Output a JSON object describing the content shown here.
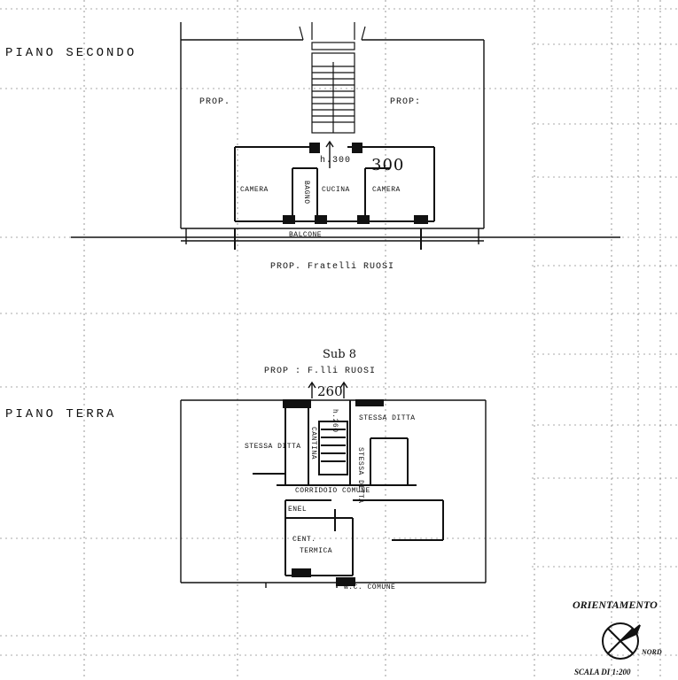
{
  "upper_floor": {
    "title": "PIANO SECONDO",
    "prop_left": "PROP.",
    "prop_right": "PROP:",
    "height_label": "h.300",
    "height_handwritten": "300",
    "rooms": {
      "camera_left": "CAMERA",
      "bagno": "BAGNO",
      "cucina": "CUCINA",
      "camera_right": "CAMERA"
    },
    "balcony": "BALCONE",
    "owner_below": "PROP. Fratelli RUOSI"
  },
  "ground_floor": {
    "title": "PIANO TERRA",
    "sub": "Sub 8",
    "owner_above": "PROP : F.lli RUOSI",
    "height_handwritten": "260",
    "height_label": "h.260",
    "rooms": {
      "stessa_ditta_left": "STESSA DITTA",
      "cantina": "CANTINA",
      "stessa_ditta_small": "STESSA DITTA",
      "stessa_ditta_right": "STESSA DITTA",
      "corridoio": "CORRIDOIO COMUNE",
      "enel": "ENEL",
      "cent_termica_1": "CENT.",
      "cent_termica_2": "TERMICA",
      "wc": "W.C. COMUNE"
    }
  },
  "orientation": {
    "title": "ORIENTAMENTO",
    "nord": "NORD",
    "scale": "SCALA DI 1:200"
  }
}
